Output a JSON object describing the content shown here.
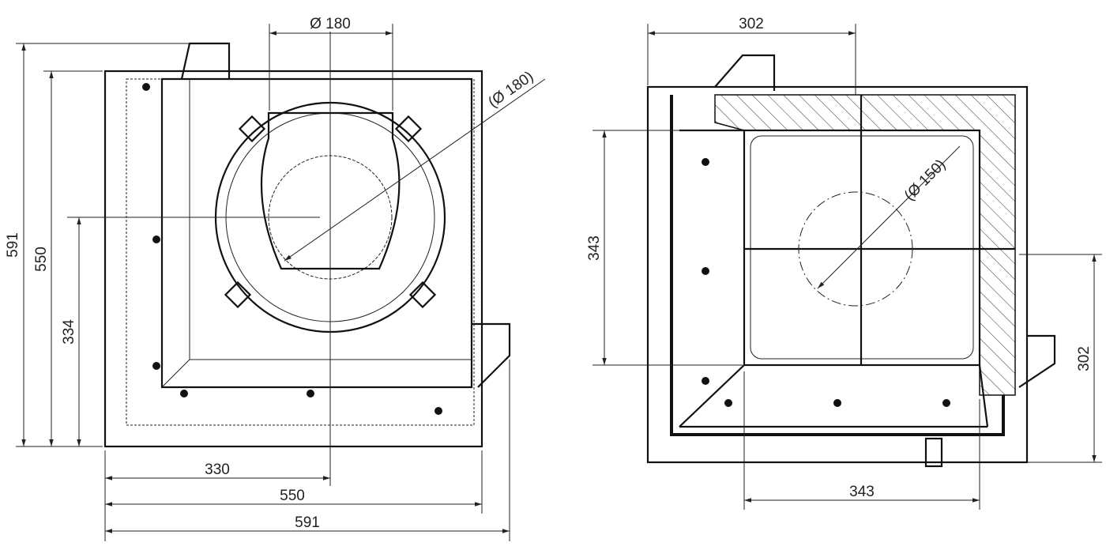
{
  "front_view": {
    "top_diameter": "Ø 180",
    "diag_diameter": "(Ø 180)",
    "vertical_dims": [
      "591",
      "550",
      "334"
    ],
    "horizontal_dims": [
      "330",
      "550",
      "591"
    ]
  },
  "top_view": {
    "top_width": "302",
    "diag_diameter": "(Ø 150)",
    "left_height": "343",
    "right_height": "302",
    "bottom_width": "343"
  }
}
